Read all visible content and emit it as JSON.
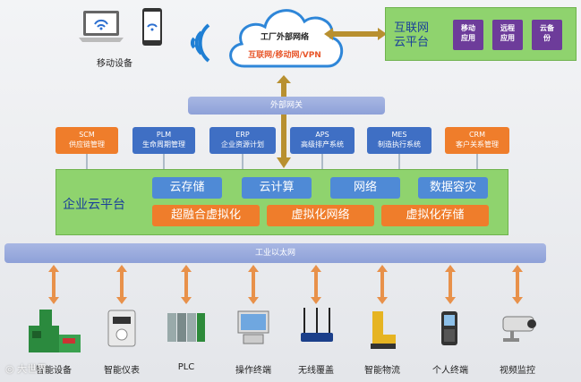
{
  "mobile": {
    "label": "移动设备"
  },
  "cloud": {
    "line1": "工厂外部网络",
    "line2": "互联网/移动网/VPN"
  },
  "internet_cloud": {
    "title_line1": "互联网",
    "title_line2": "云平台",
    "apps": [
      "移动\n应用",
      "远程\n应用",
      "云备\n份"
    ]
  },
  "gateway": {
    "label": "外部网关"
  },
  "systems": [
    {
      "code": "SCM",
      "name": "供应链管理",
      "color": "orange"
    },
    {
      "code": "PLM",
      "name": "生命周期管理",
      "color": "blue"
    },
    {
      "code": "ERP",
      "name": "企业资源计划",
      "color": "blue"
    },
    {
      "code": "APS",
      "name": "高级排产系统",
      "color": "blue"
    },
    {
      "code": "MES",
      "name": "制造执行系统",
      "color": "blue"
    },
    {
      "code": "CRM",
      "name": "客户关系管理",
      "color": "orange"
    }
  ],
  "enterprise_cloud": {
    "title": "企业云平台",
    "services": [
      "云存储",
      "云计算",
      "网络",
      "数据容灾"
    ],
    "virtualization": [
      "超融合虚拟化",
      "虚拟化网络",
      "虚拟化存储"
    ]
  },
  "ethernet": {
    "label": "工业以太网"
  },
  "devices": [
    {
      "label": "智能设备",
      "icon": "machine-icon"
    },
    {
      "label": "智能仪表",
      "icon": "meter-icon"
    },
    {
      "label": "PLC",
      "icon": "plc-icon"
    },
    {
      "label": "操作终端",
      "icon": "terminal-icon"
    },
    {
      "label": "无线覆盖",
      "icon": "router-icon"
    },
    {
      "label": "智能物流",
      "icon": "agv-icon"
    },
    {
      "label": "个人终端",
      "icon": "handheld-icon"
    },
    {
      "label": "视频监控",
      "icon": "camera-icon"
    }
  ],
  "watermark": {
    "text": "大世界"
  },
  "colors": {
    "orange": "#ef7d2b",
    "blue": "#3f6fc4",
    "green_panel": "#8fd36e",
    "arrow": "#e8914a",
    "gold_arrow": "#b89030",
    "purple": "#6d3c9a"
  }
}
